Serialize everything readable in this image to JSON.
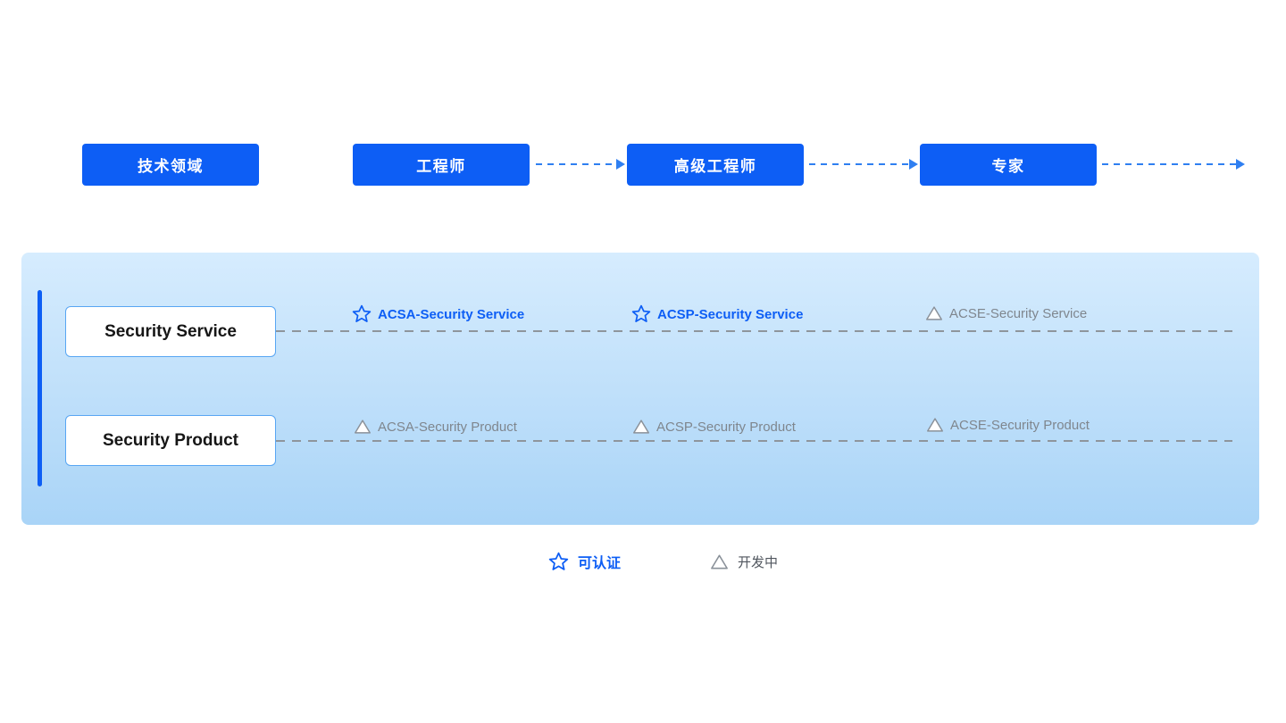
{
  "flow": {
    "domain": {
      "label": "技术领域"
    },
    "levels": [
      {
        "label": "工程师"
      },
      {
        "label": "高级工程师"
      },
      {
        "label": "专家"
      }
    ]
  },
  "tracks": [
    {
      "name": "Security Service",
      "certs": [
        {
          "label": "ACSA-Security Service",
          "status": "certifiable"
        },
        {
          "label": "ACSP-Security Service",
          "status": "certifiable"
        },
        {
          "label": "ACSE-Security Service",
          "status": "in-development"
        }
      ]
    },
    {
      "name": "Security Product",
      "certs": [
        {
          "label": "ACSA-Security Product",
          "status": "in-development"
        },
        {
          "label": "ACSP-Security Product",
          "status": "in-development"
        },
        {
          "label": "ACSE-Security Product",
          "status": "in-development"
        }
      ]
    }
  ],
  "legend": {
    "certifiable": "可认证",
    "in_development": "开发中"
  },
  "colors": {
    "accent": "#0d5ef5",
    "panel_top": "#d6ecfe",
    "panel_bottom": "#a9d4f7",
    "gray": "#8e959c"
  }
}
